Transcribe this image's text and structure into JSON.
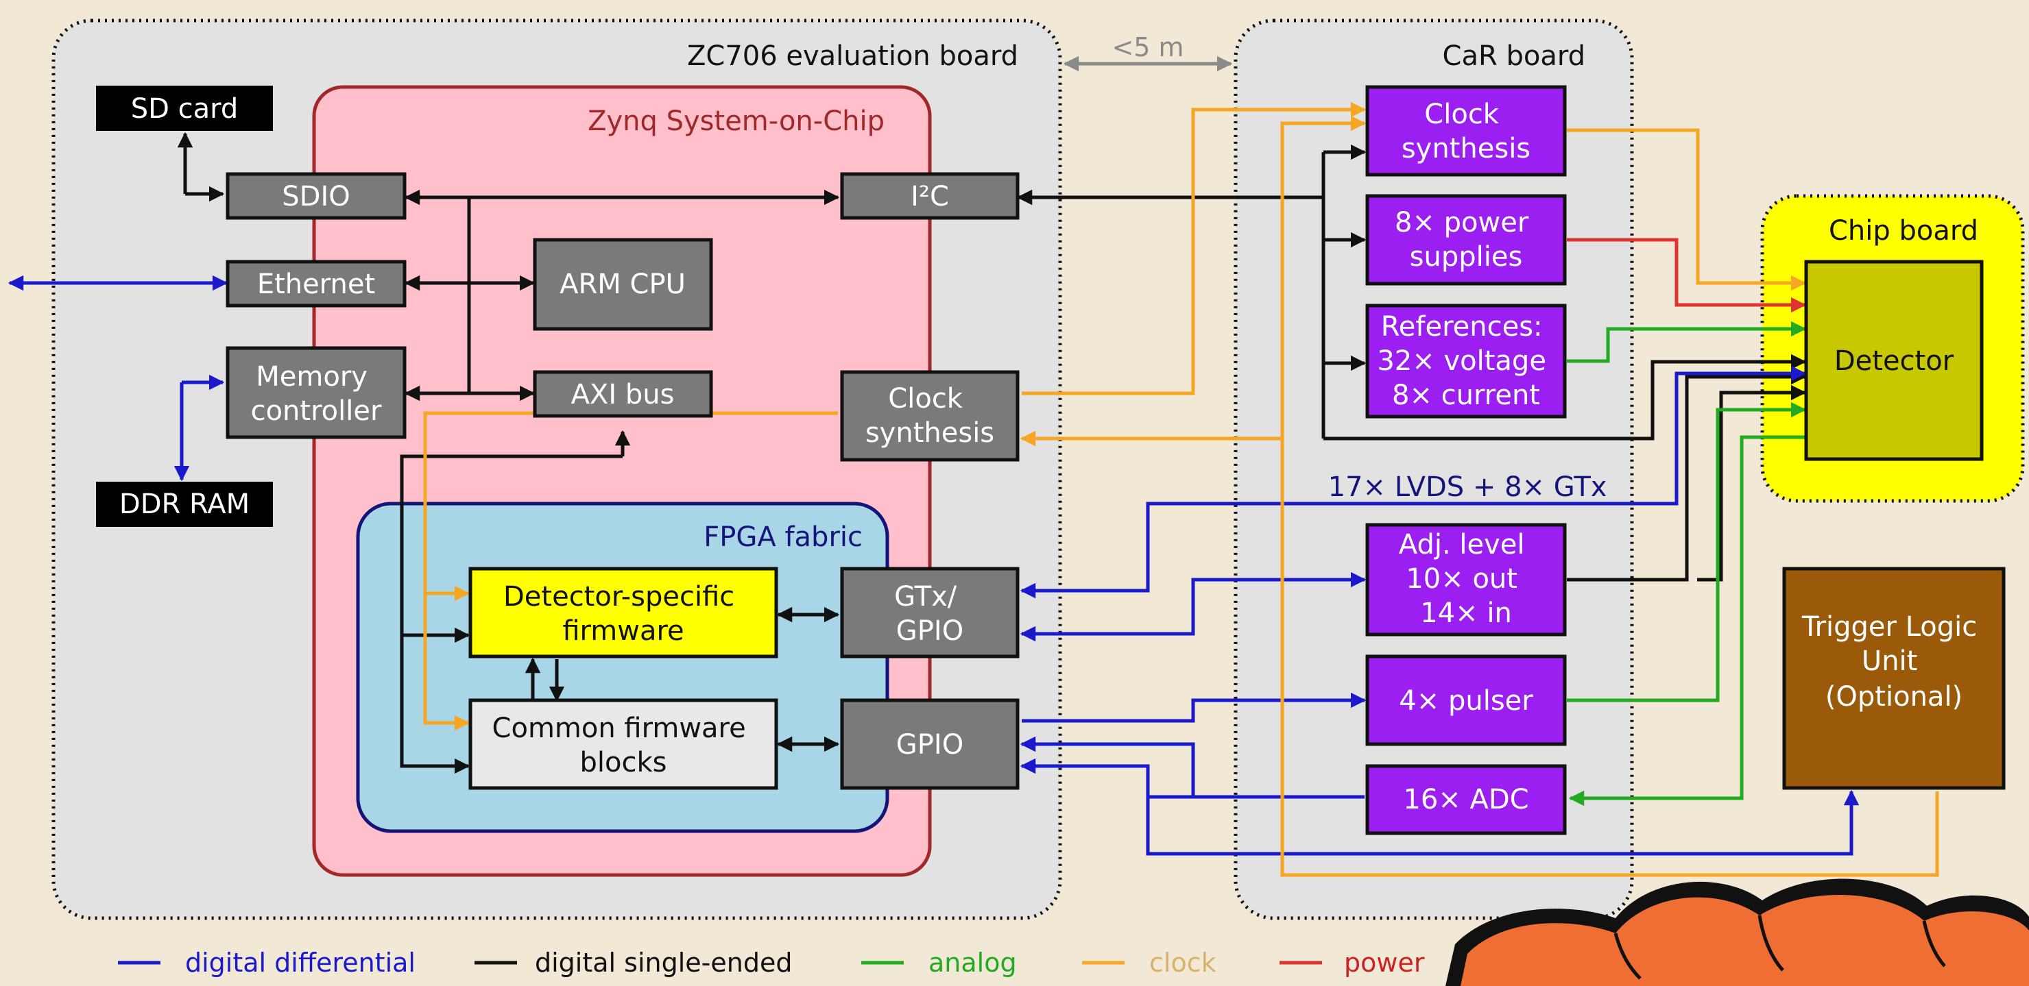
{
  "regions": {
    "zc706": "ZC706 evaluation board",
    "zynq": "Zynq System-on-Chip",
    "fpga": "FPGA fabric",
    "car": "CaR board",
    "chip": "Chip board"
  },
  "distance": "<5 m",
  "blocks": {
    "sd_card": "SD card",
    "ddr_ram": "DDR RAM",
    "sdio": "SDIO",
    "ethernet": "Ethernet",
    "memory_controller": [
      "Memory",
      "controller"
    ],
    "arm_cpu": "ARM CPU",
    "axi_bus": "AXI bus",
    "i2c": "I²C",
    "clock_synthesis_zynq": [
      "Clock",
      "synthesis"
    ],
    "detector_firmware": [
      "Detector-specific",
      "firmware"
    ],
    "common_firmware": [
      "Common firmware",
      "blocks"
    ],
    "gtx_gpio": [
      "GTx/",
      "GPIO"
    ],
    "gpio": "GPIO",
    "clock_synthesis_car": [
      "Clock",
      "synthesis"
    ],
    "power_supplies": [
      "8× power",
      "supplies"
    ],
    "references": [
      "References:",
      "32× voltage",
      "8× current"
    ],
    "adj_level": [
      "Adj. level",
      "10× out",
      "14× in"
    ],
    "pulser": "4× pulser",
    "adc": "16× ADC",
    "detector": "Detector",
    "tlu": [
      "Trigger Logic",
      "Unit",
      "",
      "(Optional)"
    ]
  },
  "link_label": "17× LVDS + 8× GTx",
  "legend": [
    {
      "label": "digital differential",
      "color": "#1a1acc"
    },
    {
      "label": "digital single-ended",
      "color": "#111111"
    },
    {
      "label": "analog",
      "color": "#22aa22"
    },
    {
      "label": "clock",
      "color": "#f5a623"
    },
    {
      "label": "power",
      "color": "#dd3333"
    }
  ],
  "colors": {
    "digital_differential": "#1a1acc",
    "digital_single_ended": "#111111",
    "analog": "#22aa22",
    "clock": "#f5a623",
    "power": "#dd3333",
    "car_block": "#9b1ff0",
    "zynq_block": "#7a7a7a",
    "tlu_block": "#9a5a0a",
    "detector_block": "#c8c800"
  }
}
